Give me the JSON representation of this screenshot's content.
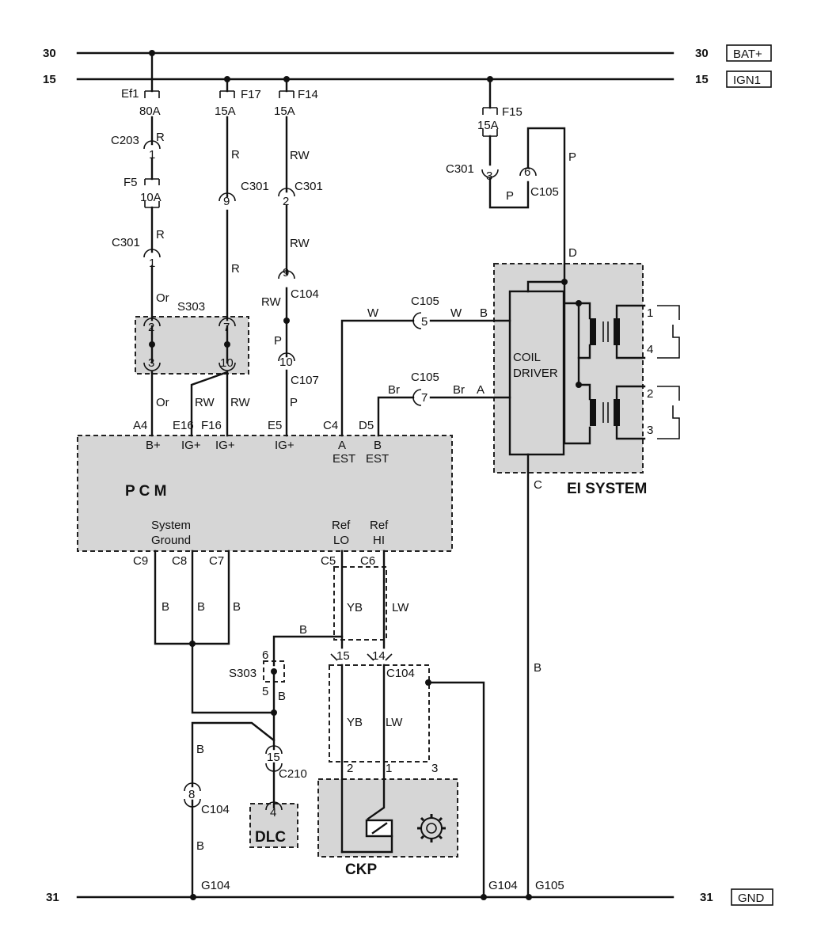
{
  "rails": {
    "r30_left": "30",
    "r30_right": "30",
    "r30_tag": "BAT+",
    "r15_left": "15",
    "r15_right": "15",
    "r15_tag": "IGN1",
    "r31_left": "31",
    "r31_right": "31",
    "r31_tag": "GND"
  },
  "fuses": {
    "ef1": "Ef1",
    "ef1_a": "80A",
    "f17": "F17",
    "f17_a": "15A",
    "f14": "F14",
    "f14_a": "15A",
    "f15": "F15",
    "f15_a": "15A",
    "f5": "F5",
    "f5_a": "10A"
  },
  "connectors": {
    "c203": "C203",
    "c203_p": "1",
    "c301_a": "C301",
    "c301_a_p": "1",
    "c301_b": "C301",
    "c301_b_p": "9",
    "c301_c": "C301",
    "c301_c_p": "2",
    "c301_d": "C301",
    "c301_d_p": "3",
    "c105_top": "C105",
    "c105_top_p": "6",
    "c104_top": "C104",
    "c104_top_p": "9",
    "c107": "C107",
    "c107_p": "10",
    "c105_w": "C105",
    "c105_w_p": "5",
    "c105_br": "C105",
    "c105_br_p": "7",
    "c104_ckp": "C104",
    "c104_p15": "15",
    "c104_p14": "14",
    "c210": "C210",
    "c210_p": "15",
    "c104_bot": "C104",
    "c104_bot_p": "8"
  },
  "splices": {
    "s303_top": "S303",
    "s303_p2": "2",
    "s303_p3": "3",
    "s303_p7": "7",
    "s303_p10": "10",
    "s303_bot": "S303",
    "s303_p6": "6",
    "s303_p5": "5"
  },
  "wires": {
    "R1": "R",
    "R2": "R",
    "R3": "R",
    "R4": "R",
    "RW1": "RW",
    "RW2": "RW",
    "RW3": "RW",
    "RW4": "RW",
    "RW5": "RW",
    "Or1": "Or",
    "Or2": "Or",
    "P1": "P",
    "P2": "P",
    "P3": "P",
    "P4": "P",
    "W1": "W",
    "W2": "W",
    "W3": "B",
    "Br1": "Br",
    "Br2": "Br",
    "Br3": "A",
    "D": "D",
    "C": "C",
    "B1": "B",
    "B2": "B",
    "B3": "B",
    "B4": "B",
    "B5": "B",
    "B6": "B",
    "B7": "B",
    "B8": "B",
    "YB1": "YB",
    "LW1": "LW",
    "YB2": "YB",
    "LW2": "LW"
  },
  "pcm": {
    "name": "P  C  M",
    "pins_top": [
      "A4",
      "E16",
      "F16",
      "E5",
      "C4",
      "D5"
    ],
    "labels_top": [
      "B+",
      "IG+",
      "IG+",
      "IG+",
      "A",
      "B"
    ],
    "est1": "EST",
    "est2": "EST",
    "sys_ground_1": "System",
    "sys_ground_2": "Ground",
    "ref_lo_1": "Ref",
    "ref_lo_2": "LO",
    "ref_hi_1": "Ref",
    "ref_hi_2": "HI",
    "pins_bottom": [
      "C9",
      "C8",
      "C7",
      "C5",
      "C6"
    ]
  },
  "ei": {
    "title": "EI SYSTEM",
    "driver_1": "COIL",
    "driver_2": "DRIVER",
    "plugs": [
      "1",
      "4",
      "2",
      "3"
    ]
  },
  "ckp": {
    "title": "CKP",
    "pins": [
      "2",
      "1",
      "3"
    ]
  },
  "dlc": {
    "title": "DLC",
    "pin": "4"
  },
  "grounds": {
    "g104a": "G104",
    "g104b": "G104",
    "g105": "G105"
  }
}
